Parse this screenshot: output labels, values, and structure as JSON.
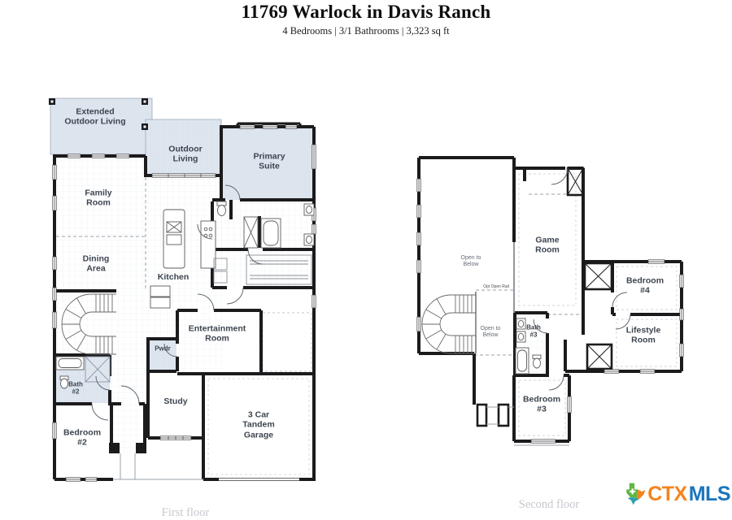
{
  "header": {
    "title": "11769 Warlock in Davis Ranch",
    "subtitle": "4 Bedrooms | 3/1 Bathrooms | 3,323 sq ft"
  },
  "floors": {
    "first": {
      "caption": "First floor",
      "labels": {
        "extended_outdoor_living": "Extended\nOutdoor Living",
        "outdoor_living": "Outdoor\nLiving",
        "primary_suite": "Primary\nSuite",
        "family_room": "Family\nRoom",
        "dining_area": "Dining\nArea",
        "kitchen": "Kitchen",
        "entertainment_room": "Entertainment\nRoom",
        "pwdr": "Pwdr",
        "bath_2": "Bath\n#2",
        "bedroom_2": "Bedroom\n#2",
        "study": "Study",
        "garage": "3 Car\nTandem\nGarage"
      }
    },
    "second": {
      "caption": "Second floor",
      "labels": {
        "open_to_below_main": "Open to\nBelow",
        "game_room": "Game\nRoom",
        "bedroom_4": "Bedroom\n#4",
        "lifestyle_room": "Lifestyle\nRoom",
        "opt_open_rail": "Opt Open Rail",
        "open_to_below_stairs": "Open to\nBelow",
        "bath_3": "Bath\n#3",
        "bedroom_3": "Bedroom\n#3"
      }
    }
  },
  "logo": {
    "prefix": "CTX",
    "suffix": "MLS"
  },
  "colors": {
    "shaded_room": "#dce4ee",
    "wall": "#1b1b1d",
    "room_label": "#3d4550",
    "caption": "#c6c8ce",
    "logo_orange": "#f5831f",
    "logo_blue": "#1b75bc",
    "logo_green": "#5eb746",
    "logo_teal": "#2b9fb0"
  }
}
